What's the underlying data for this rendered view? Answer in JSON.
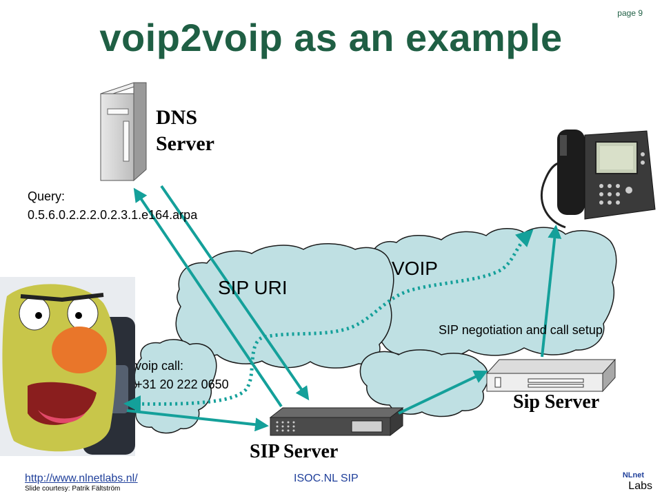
{
  "page_number": "page 9",
  "title": "voip2voip as an example",
  "labels": {
    "dns_line1": "DNS",
    "dns_line2": "Server",
    "query_line1": "Query:",
    "query_line2": "0.5.6.0.2.2.2.0.2.3.1.e164.arpa",
    "sip_uri": "SIP URI",
    "voip": "VOIP",
    "sip_negotiation": "SIP negotiation and call setup",
    "voip_call_line1": "voip call:",
    "voip_call_line2": "+31 20 222 0650",
    "sip_server_left": "SIP Server",
    "sip_server_right": "Sip Server"
  },
  "footer": {
    "url": "http://www.nlnetlabs.nl/",
    "credit": "Slide courtesy: Patrik Fältström",
    "center": "ISOC.NL SIP",
    "logo_top": "NLnet",
    "logo_bottom": "Labs"
  },
  "colors": {
    "title": "#1f5f44",
    "arrow": "#14a09a",
    "cloud_fill": "#bfe0e3",
    "cloud_stroke": "#1a1a1a"
  },
  "icons": [
    "server-tower-icon",
    "ip-phone-icon",
    "puppet-photo",
    "sip-server-device-icon"
  ]
}
